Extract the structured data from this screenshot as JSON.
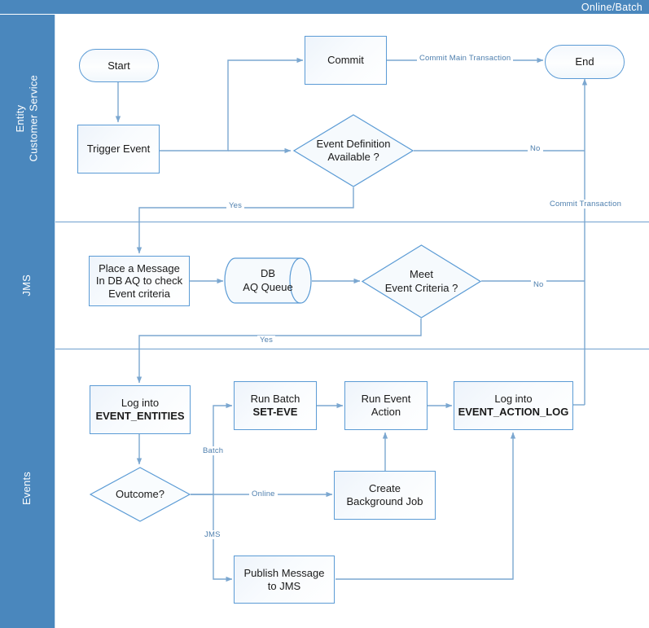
{
  "header": {
    "title": "Online/Batch"
  },
  "lanes": [
    {
      "id": "entity",
      "label": "Entity\nCustomer Service"
    },
    {
      "id": "jms",
      "label": "JMS"
    },
    {
      "id": "events",
      "label": "Events"
    }
  ],
  "colors": {
    "lane_fill": "#4a87bd",
    "shape_stroke": "#5b9bd5",
    "connector": "#7ba7d0",
    "label_text": "#4e7fae",
    "shape_text": "#1a1a1a",
    "header_text": "#ffffff"
  },
  "nodes": {
    "start": {
      "label": "Start",
      "shape": "terminator"
    },
    "trigger_event": {
      "label": "Trigger Event",
      "shape": "process"
    },
    "commit": {
      "label": "Commit",
      "shape": "process"
    },
    "end": {
      "label": "End",
      "shape": "terminator"
    },
    "event_def": {
      "line1": "Event Definition",
      "line2": "Available ?",
      "shape": "decision"
    },
    "place_message": {
      "line1": "Place a Message",
      "line2": "In DB AQ to check",
      "line3": "Event criteria",
      "shape": "process"
    },
    "db_aq_queue": {
      "line1": "DB",
      "line2": "AQ Queue",
      "shape": "database"
    },
    "meet_criteria": {
      "line1": "Meet",
      "line2": "Event Criteria ?",
      "shape": "decision"
    },
    "log_entities": {
      "line1": "Log into",
      "line2": "EVENT_ENTITIES",
      "shape": "process"
    },
    "outcome": {
      "label": "Outcome?",
      "shape": "decision"
    },
    "run_batch": {
      "line1": "Run Batch",
      "line2": "SET-EVE",
      "shape": "process"
    },
    "run_event_action": {
      "line1": "Run Event",
      "line2": "Action",
      "shape": "process"
    },
    "log_action_log": {
      "line1": "Log into",
      "line2": "EVENT_ACTION_LOG",
      "shape": "process"
    },
    "create_bg_job": {
      "line1": "Create",
      "line2": "Background Job",
      "shape": "process"
    },
    "publish_jms": {
      "line1": "Publish Message",
      "line2": "to JMS",
      "shape": "process"
    }
  },
  "edge_labels": {
    "commit_main_transaction": "Commit Main Transaction",
    "no_event_def": "No",
    "yes_event_def": "Yes",
    "commit_transaction": "Commit Transaction",
    "no_meet_criteria": "No",
    "yes_meet_criteria": "Yes",
    "batch": "Batch",
    "online": "Online",
    "jms": "JMS"
  }
}
